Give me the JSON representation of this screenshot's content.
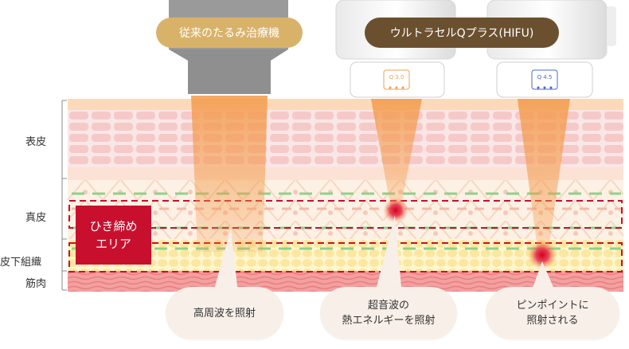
{
  "devices": {
    "conventional_label": "従来のたるみ治療機",
    "hifu_label": "ウルトラセルQプラス(HIFU)",
    "cartridge_a": "Q 3.0",
    "cartridge_b": "Q 4.5"
  },
  "layers": {
    "epidermis": "表皮",
    "dermis": "真皮",
    "subcutaneous": "皮下組織",
    "muscle": "筋肉"
  },
  "tightening_area": {
    "line1": "ひき締め",
    "line2": "エリア"
  },
  "callouts": {
    "conventional": "高周波を照射",
    "hifu_dermis_line1": "超音波の",
    "hifu_dermis_line2": "熱エネルギーを照射",
    "hifu_deep_line1": "ピンポイントに",
    "hifu_deep_line2": "照射される"
  },
  "colors": {
    "conventional_pill": "#d9b26a",
    "hifu_pill": "#6b5030",
    "area_box": "#c8102e",
    "beam": "#f39a4a",
    "bubble": "#f7efe8"
  }
}
